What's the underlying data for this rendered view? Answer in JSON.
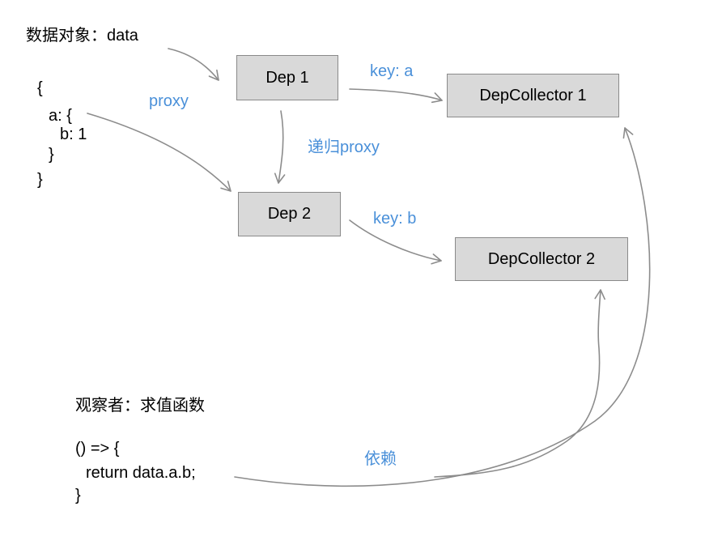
{
  "data_object": {
    "title": "数据对象：data",
    "code_lines": [
      "{",
      "a: {",
      "b: 1",
      "}",
      "}"
    ]
  },
  "nodes": {
    "dep1": "Dep 1",
    "dep2": "Dep 2",
    "dep_collector1": "DepCollector 1",
    "dep_collector2": "DepCollector 2"
  },
  "edge_labels": {
    "proxy": "proxy",
    "recursive_proxy": "递归proxy",
    "key_a": "key: a",
    "key_b": "key: b",
    "depend": "依赖"
  },
  "observer": {
    "title": "观察者：求值函数",
    "code_lines": [
      "() => {",
      "return data.a.b;",
      "}"
    ]
  },
  "colors": {
    "label_blue": "#4a90d9",
    "box_fill": "#d9d9d9",
    "box_border": "#8a8a8a",
    "arrow": "#8c8c8c"
  }
}
